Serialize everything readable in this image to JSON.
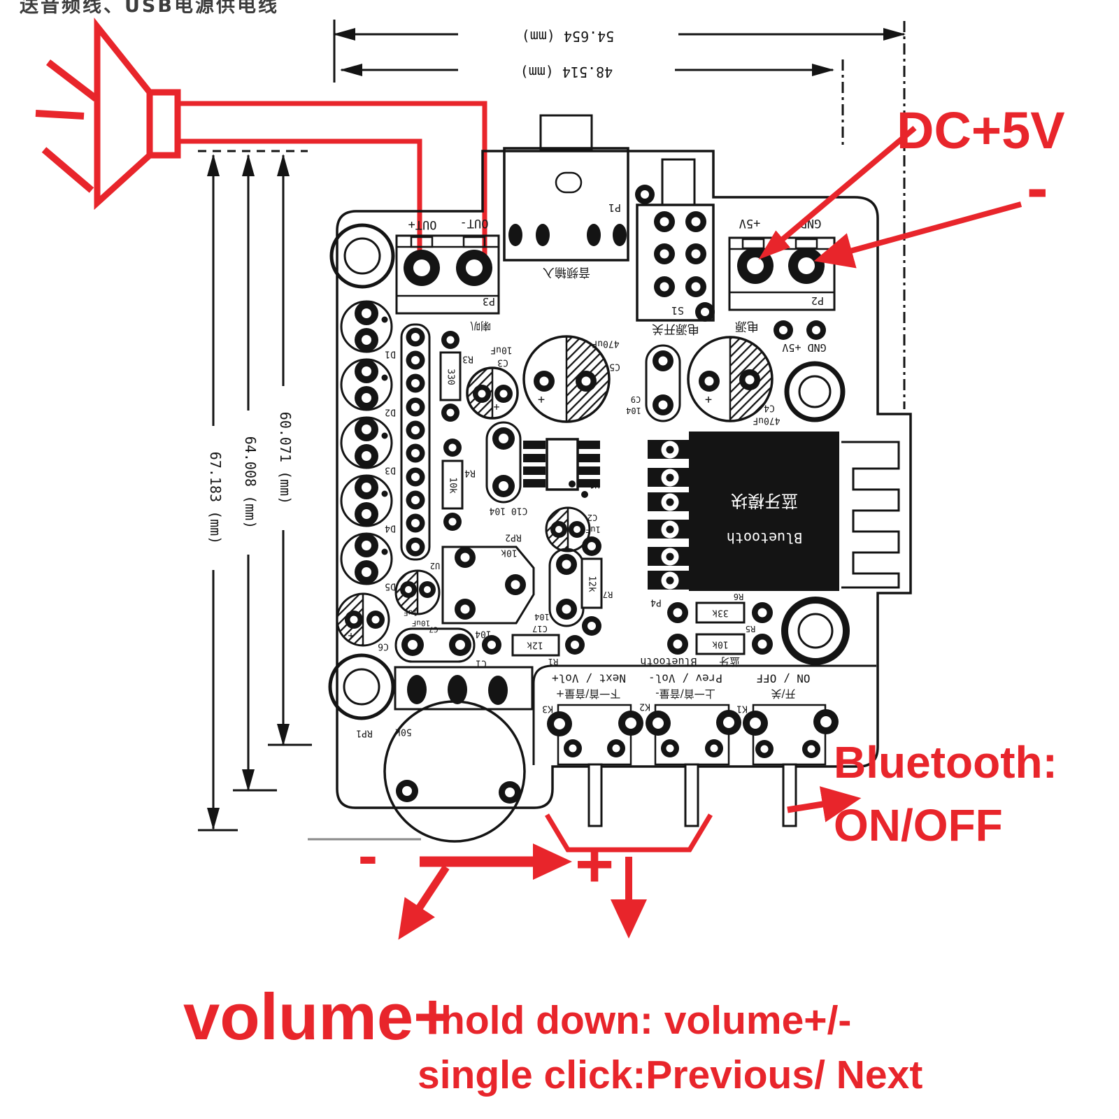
{
  "caption": "送音频线、USB电源供电线",
  "colors": {
    "annotation_red": "#e8252b",
    "silk_black": "#141414"
  },
  "dims": {
    "d54": "54.654 (mm)",
    "d48": "48.514 (mm)",
    "d60": "60.071 (mm)",
    "d64": "64.008 (mm)",
    "d67": "67.183 (mm)"
  },
  "red": {
    "dc5v": "DC+5V",
    "minus": "-",
    "bt": "Bluetooth:",
    "onoff": "ON/OFF",
    "vol": "volume+",
    "hold": "hold down:  volume+/-",
    "click": "single click:Previous/ Next",
    "pol_minus": "-",
    "pol_plus": "+"
  },
  "marks": {
    "plus": "+"
  },
  "board": {
    "p3": {
      "ref": "P3",
      "out_plus": "OUT+",
      "out_minus": "OUT-",
      "speaker_cn": "喇叭"
    },
    "p1": {
      "ref": "P1",
      "audio_in_cn": "音频输入"
    },
    "s1": {
      "ref": "S1",
      "power_switch_cn": "电源开关"
    },
    "p2": {
      "ref": "P2",
      "v5": "+5V",
      "gnd": "GND",
      "power_cn": "电源",
      "gnd5v": "GND +5V"
    },
    "diodes": [
      "D1",
      "D2",
      "D3",
      "D4",
      "D5"
    ],
    "r3": {
      "ref": "R3",
      "val": "330"
    },
    "r4": {
      "ref": "R4",
      "val": "10k"
    },
    "c3": {
      "ref": "C3",
      "val": "10uF"
    },
    "c5": {
      "ref": "C5",
      "val": "470uF"
    },
    "c9": {
      "ref": "C9",
      "val": "104"
    },
    "c4": {
      "ref": "C4",
      "val": "470uF"
    },
    "u1": {
      "ref": "U1"
    },
    "c10": {
      "ref": "C10 104"
    },
    "c2": {
      "ref": "C2",
      "val": "1uF"
    },
    "rp2": {
      "ref": "RP2",
      "val": "10k"
    },
    "u2": {
      "ref": "U2",
      "val": "1uF"
    },
    "c7": {
      "ref": "C7",
      "val": "10uF"
    },
    "c6": {
      "ref": "C6"
    },
    "c1": {
      "ref": "C1",
      "val": "104"
    },
    "r1": {
      "ref": "R1",
      "val": "12k"
    },
    "c17": {
      "ref": "C17",
      "val": "104"
    },
    "r7": {
      "ref": "R7",
      "val": "12k"
    },
    "rp1": {
      "ref": "RP1",
      "val": "50k"
    },
    "bt_module": {
      "cn": "蓝牙模块",
      "en": "Bluetooth"
    },
    "p4": {
      "ref": "P4"
    },
    "r6": {
      "ref": "R6",
      "val": "33k"
    },
    "r5": {
      "ref": "R5",
      "val": "10k"
    },
    "bt_silk": {
      "cn": "蓝牙",
      "en": "Bluetooth"
    },
    "k1": {
      "ref": "K1",
      "en": "ON / OFF",
      "cn": "开/关"
    },
    "k2": {
      "ref": "K2",
      "en": "Prev / Vol-",
      "cn": "上一首/音量-"
    },
    "k3": {
      "ref": "K3",
      "en": "Next / Vol+",
      "cn": "下一首/音量+"
    }
  }
}
